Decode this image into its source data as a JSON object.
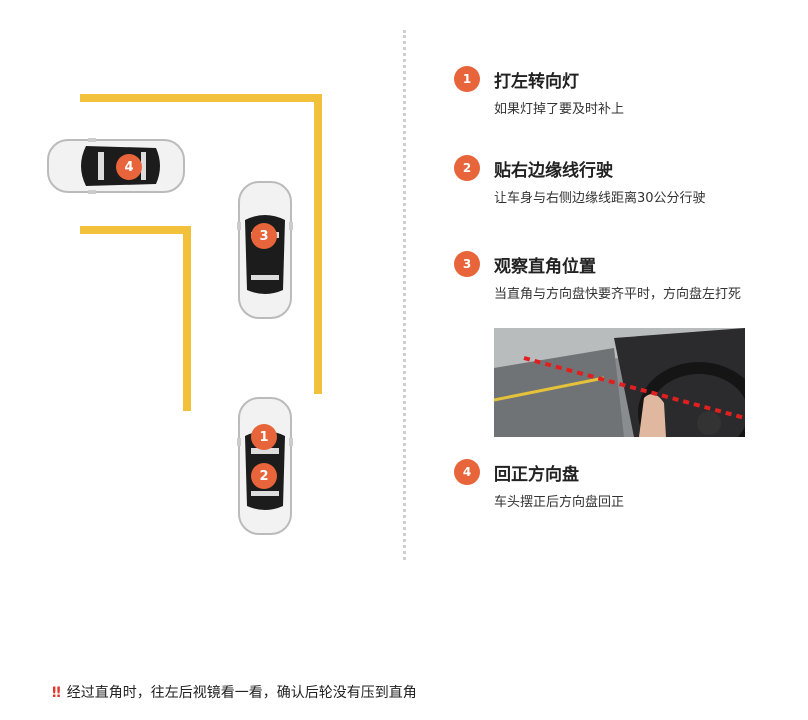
{
  "colors": {
    "accent": "#e8643a",
    "lane": "#f3c03c",
    "warning": "#e2362a"
  },
  "diagram": {
    "car_labels": [
      "4",
      "3",
      "1",
      "2"
    ]
  },
  "steps": [
    {
      "num": "1",
      "title": "打左转向灯",
      "desc": "如果灯掉了要及时补上"
    },
    {
      "num": "2",
      "title": "贴右边缘线行驶",
      "desc": "让车身与右侧边缘线距离30公分行驶"
    },
    {
      "num": "3",
      "title": "观察直角位置",
      "desc": "当直角与方向盘快要齐平时，方向盘左打死"
    },
    {
      "num": "4",
      "title": "回正方向盘",
      "desc": "车头摆正后方向盘回正"
    }
  ],
  "footer": {
    "icon": "double-exclamation-icon",
    "mark": "‼",
    "text": "经过直角时，往左后视镜看一看，确认后轮没有压到直角"
  }
}
